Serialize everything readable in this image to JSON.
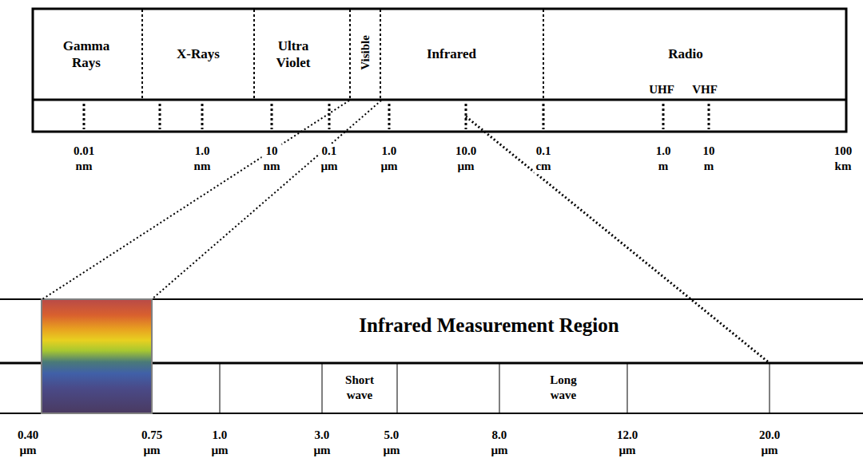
{
  "diagram": {
    "labels": [
      "Gamma Rays",
      "X-Rays",
      "Ultra Violet",
      "Visible",
      "Infrared",
      "Radio",
      "UHF",
      "VHF",
      "0.01 nm",
      "1.0 nm",
      "10 nm",
      "0.1 µm",
      "1.0 µm",
      "10.0 µm",
      "0.1 cm",
      "1.0 m",
      "10 m",
      "100 km",
      "Infrared Measurement Region",
      "Short wave",
      "Long wave",
      "0.40 µm",
      "0.75 µm",
      "1.0 µm",
      "3.0 µm",
      "5.0 µm",
      "8.0 µm",
      "12.0 µm",
      "20.0 µm"
    ]
  }
}
